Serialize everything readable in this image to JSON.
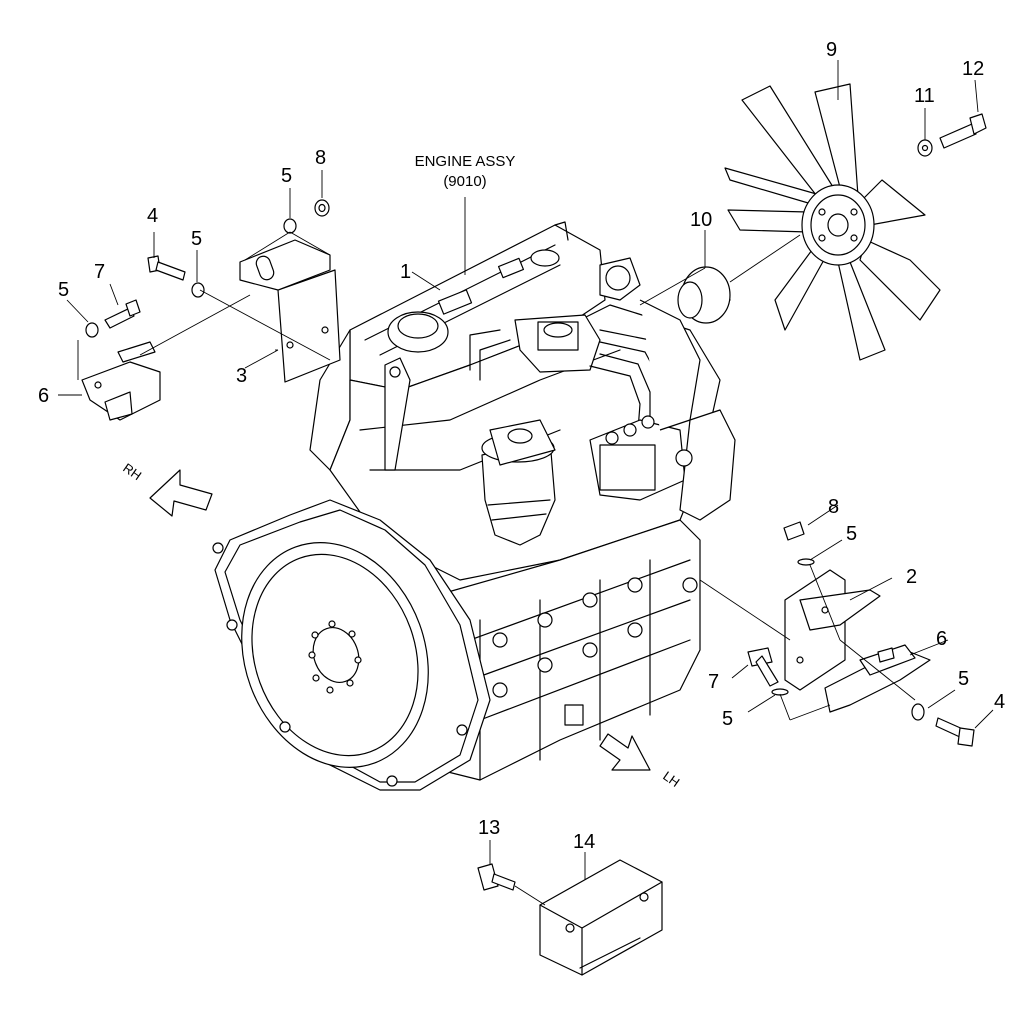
{
  "assembly": {
    "title": "ENGINE ASSY",
    "code": "(9010)"
  },
  "directions": {
    "right": "RH",
    "left": "LH"
  },
  "callouts": {
    "c1": "1",
    "c2": "2",
    "c3": "3",
    "c4a": "4",
    "c4b": "4",
    "c5a": "5",
    "c5b": "5",
    "c5c": "5",
    "c5d": "5",
    "c5e": "5",
    "c5f": "5",
    "c6a": "6",
    "c6b": "6",
    "c7a": "7",
    "c7b": "7",
    "c8a": "8",
    "c8b": "8",
    "c9": "9",
    "c10": "10",
    "c11": "11",
    "c12": "12",
    "c13": "13",
    "c14": "14"
  }
}
